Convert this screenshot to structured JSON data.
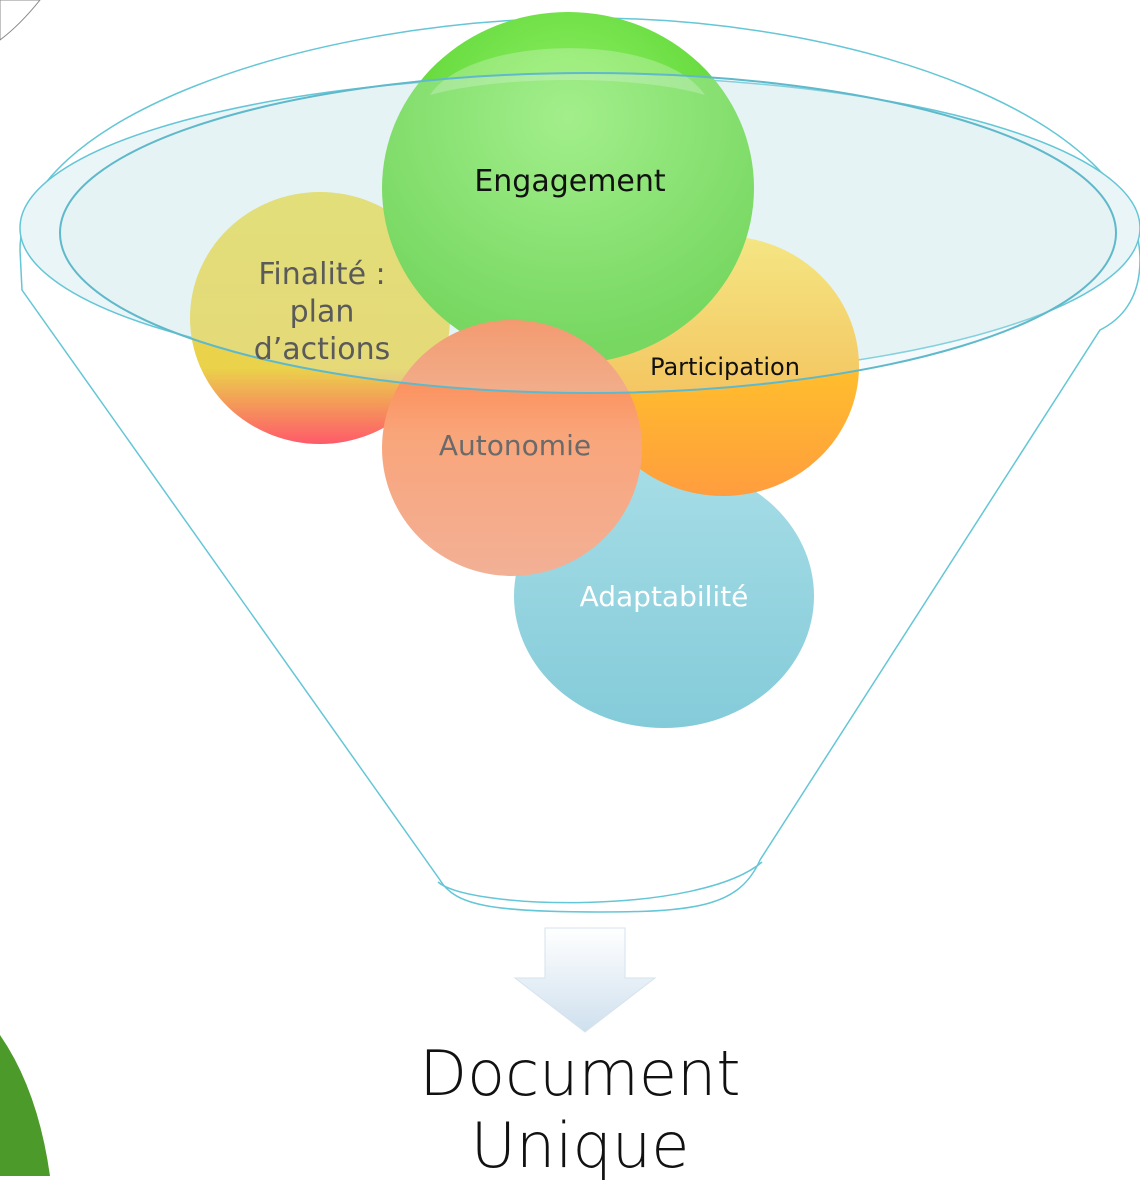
{
  "funnel": {
    "bubbles": [
      {
        "id": "engagement",
        "lines": [
          "Engagement"
        ],
        "color": "#67e040",
        "text_color": "#111111"
      },
      {
        "id": "finalite",
        "lines": [
          "Finalité :",
          "plan",
          "d’actions"
        ],
        "color": "#e3d94e",
        "text_color": "#5a5a5a"
      },
      {
        "id": "participation",
        "lines": [
          "Participation"
        ],
        "color": "#ffc233",
        "text_color": "#111111"
      },
      {
        "id": "autonomie",
        "lines": [
          "Autonomie"
        ],
        "color": "#ff8a4a",
        "text_color": "#6a6a6a"
      },
      {
        "id": "adaptabilite",
        "lines": [
          "Adaptabilité"
        ],
        "color": "#8fd2df",
        "text_color": "#ffffff"
      }
    ]
  },
  "output": {
    "line1": "Document",
    "line2": "Unique"
  },
  "colors": {
    "funnel_stroke": "#5fc4d6",
    "funnel_fill": "#dff0f3",
    "arrow_fill": "#e4eef6",
    "corner_green": "#4c9a2a"
  }
}
